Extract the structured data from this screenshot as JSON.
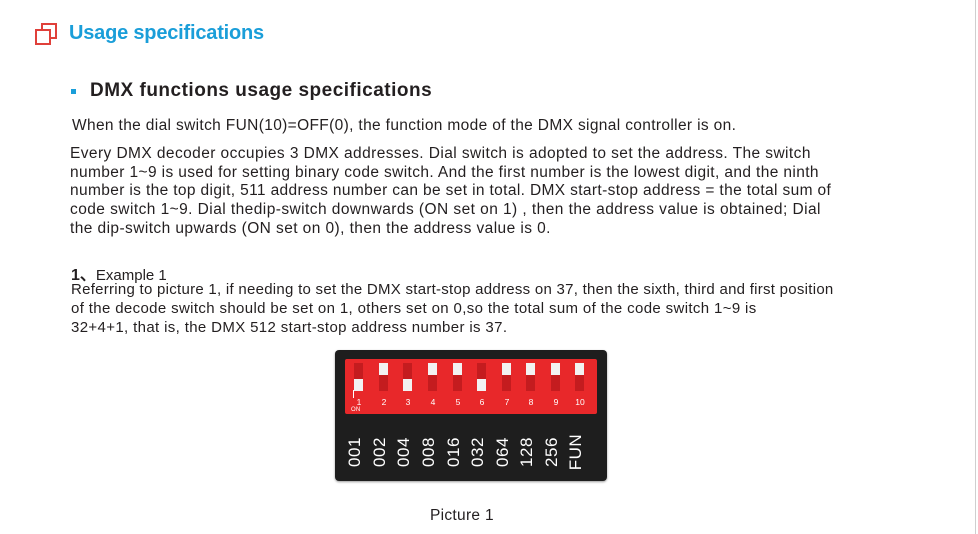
{
  "section": {
    "title": "Usage specifications",
    "accent_color": "#1a9ed9",
    "icon": "copy-pages-icon"
  },
  "subsection": {
    "title": "DMX functions usage specifications"
  },
  "paragraphs": {
    "fun_mode": "When the dial switch FUN(10)=OFF(0), the function mode of  the DMX signal controller is on.",
    "address_lines": [
      "Every DMX decoder occupies 3 DMX addresses. Dial switch is adopted to set the address. The switch",
      "number 1~9 is used for setting binary code switch. And the first number is the lowest digit, and the ninth",
      "number is the top digit, 511 address number can be set in total. DMX start-stop address = the total sum of",
      "code switch 1~9. Dial thedip-switch downwards (ON set on 1) , then the address value is obtained; Dial",
      " the dip-switch upwards (ON set on 0), then the address value is 0."
    ]
  },
  "example": {
    "number": "1、",
    "label": "Example 1",
    "lines": [
      "Referring to picture 1, if needing to set the DMX start-stop address on 37, then the sixth, third and first position",
      " of the decode switch should be set on 1, others set on 0,so the total sum of the code switch 1~9 is",
      "32+4+1, that is, the DMX 512 start-stop address number is 37."
    ]
  },
  "dip_switch": {
    "on_label": "ON",
    "body_color": "#1e1e1e",
    "panel_color": "#e8282a",
    "switches": [
      {
        "position": "1",
        "state": "on",
        "value": "001"
      },
      {
        "position": "2",
        "state": "off",
        "value": "002"
      },
      {
        "position": "3",
        "state": "on",
        "value": "004"
      },
      {
        "position": "4",
        "state": "off",
        "value": "008"
      },
      {
        "position": "5",
        "state": "off",
        "value": "016"
      },
      {
        "position": "6",
        "state": "on",
        "value": "032"
      },
      {
        "position": "7",
        "state": "off",
        "value": "064"
      },
      {
        "position": "8",
        "state": "off",
        "value": "128"
      },
      {
        "position": "9",
        "state": "off",
        "value": "256"
      },
      {
        "position": "10",
        "state": "off",
        "value": "FUN"
      }
    ]
  },
  "caption": "Picture 1"
}
